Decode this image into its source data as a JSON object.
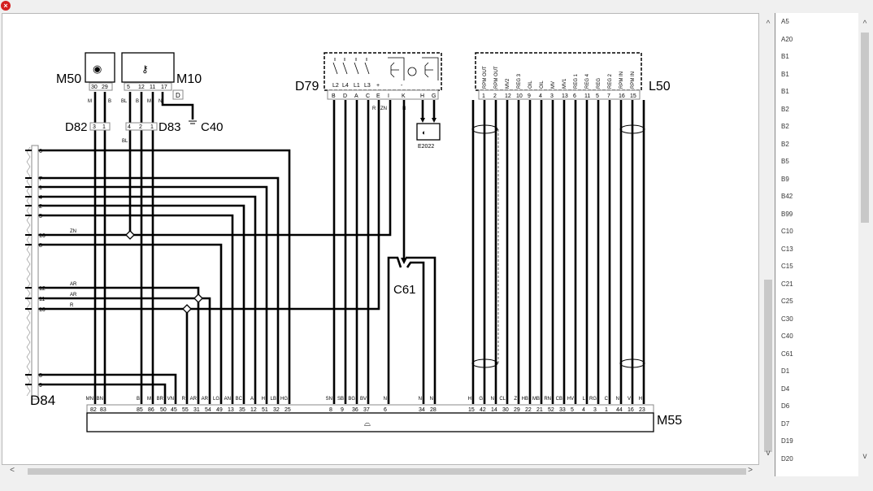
{
  "window": {
    "close_icon": "close-icon"
  },
  "list": [
    "A5",
    "A20",
    "B1",
    "B1",
    "B1",
    "B2",
    "B2",
    "B2",
    "B5",
    "B9",
    "B42",
    "B99",
    "C10",
    "C13",
    "C15",
    "C21",
    "C25",
    "C30",
    "C40",
    "C61",
    "D1",
    "D4",
    "D6",
    "D7",
    "D19",
    "D20"
  ],
  "components": {
    "m50": "M50",
    "m10": "M10",
    "d82": "D82",
    "d83": "D83",
    "c40": "C40",
    "d79": "D79",
    "l50": "L50",
    "d84": "D84",
    "c61": "C61",
    "m55": "M55",
    "e2022": "E2022",
    "m10_note": "D"
  },
  "m50_pins": [
    "30",
    "29"
  ],
  "m10_pins": [
    "5",
    "12",
    "11",
    "17"
  ],
  "m10_colors": [
    "BL",
    "B",
    "M",
    "N"
  ],
  "m50_colors": [
    "M",
    "B"
  ],
  "d82_pins": [
    "3",
    "1"
  ],
  "d83_pins": [
    "4",
    "2",
    "1"
  ],
  "d83_below": "BL",
  "d79_switches": [
    "L2",
    "L4",
    "L1",
    "L3",
    "+",
    "-"
  ],
  "d79_pins": [
    "B",
    "D",
    "A",
    "C",
    "E",
    "I",
    "K",
    "H",
    "G"
  ],
  "d79_colors": [
    "R",
    "ZN",
    "N"
  ],
  "l50_labels": [
    "RPM OUT",
    "RPM OUT",
    "MV2",
    "REG 3",
    "OIL",
    "OIL",
    "MV",
    "MV1",
    "REG 1",
    "REG 4",
    "REG",
    "REG 2",
    "RPM IN",
    "RPM IN"
  ],
  "l50_pins": [
    "1",
    "2",
    "12",
    "10",
    "9",
    "4",
    "3",
    "13",
    "6",
    "11",
    "5",
    "7",
    "16",
    "15"
  ],
  "d84_pins": [
    "6",
    "7",
    "1",
    "4",
    "2",
    "5",
    "16",
    "8",
    "12",
    "11",
    "10",
    "3",
    "9"
  ],
  "d84_wire_labels": {
    "16": "ZN",
    "12": "AR",
    "11": "AR",
    "10": "R"
  },
  "m55_pins": [
    {
      "pin": "82",
      "color": "MN"
    },
    {
      "pin": "83",
      "color": "BN"
    },
    {
      "pin": "85",
      "color": "B"
    },
    {
      "pin": "86",
      "color": "M"
    },
    {
      "pin": "50",
      "color": "BR"
    },
    {
      "pin": "45",
      "color": "VN"
    },
    {
      "pin": "55",
      "color": "R"
    },
    {
      "pin": "31",
      "color": "AR"
    },
    {
      "pin": "54",
      "color": "AR"
    },
    {
      "pin": "49",
      "color": "LG"
    },
    {
      "pin": "13",
      "color": "AN"
    },
    {
      "pin": "35",
      "color": "BC"
    },
    {
      "pin": "12",
      "color": "A"
    },
    {
      "pin": "51",
      "color": "H"
    },
    {
      "pin": "32",
      "color": "LB"
    },
    {
      "pin": "25",
      "color": "HG"
    },
    {
      "pin": "8",
      "color": "SN"
    },
    {
      "pin": "9",
      "color": "SB"
    },
    {
      "pin": "36",
      "color": "BG"
    },
    {
      "pin": "37",
      "color": "BV"
    },
    {
      "pin": "6",
      "color": "N"
    },
    {
      "pin": "34",
      "color": "N"
    },
    {
      "pin": "28",
      "color": "N"
    },
    {
      "pin": "15",
      "color": "H"
    },
    {
      "pin": "42",
      "color": "G"
    },
    {
      "pin": "14",
      "color": "N"
    },
    {
      "pin": "30",
      "color": "CL"
    },
    {
      "pin": "29",
      "color": "Z"
    },
    {
      "pin": "22",
      "color": "HB"
    },
    {
      "pin": "21",
      "color": "MB"
    },
    {
      "pin": "52",
      "color": "RN"
    },
    {
      "pin": "33",
      "color": "CB"
    },
    {
      "pin": "5",
      "color": "HV"
    },
    {
      "pin": "4",
      "color": "L"
    },
    {
      "pin": "3",
      "color": "RG"
    },
    {
      "pin": "1",
      "color": "C"
    },
    {
      "pin": "44",
      "color": "N"
    },
    {
      "pin": "16",
      "color": "V"
    },
    {
      "pin": "23",
      "color": "H"
    }
  ]
}
